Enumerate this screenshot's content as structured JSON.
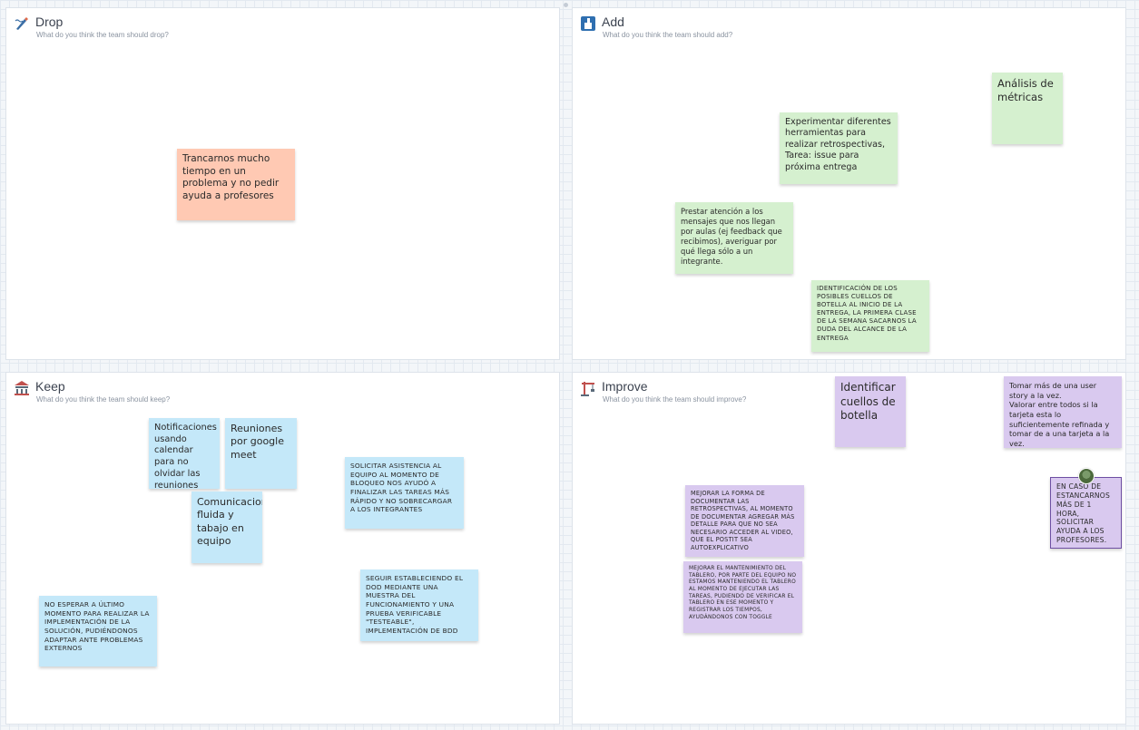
{
  "panels": {
    "drop": {
      "title": "Drop",
      "subtitle": "What do you think the team should drop?",
      "icon": "drop-pen-icon"
    },
    "add": {
      "title": "Add",
      "subtitle": "What do you think the team should add?",
      "icon": "add-tool-icon"
    },
    "keep": {
      "title": "Keep",
      "subtitle": "What do you think the team should keep?",
      "icon": "keep-temple-icon"
    },
    "improve": {
      "title": "Improve",
      "subtitle": "What do you think the team should improve?",
      "icon": "improve-crane-icon"
    }
  },
  "notes": {
    "drop": [
      {
        "text": "Trancarnos mucho tiempo en un problema y no pedir ayuda a profesores",
        "color": "#ffc9b3"
      }
    ],
    "add": [
      {
        "text": "Análisis de métricas",
        "color": "#d5f0cf"
      },
      {
        "text": "Experimentar diferentes herramientas para realizar retrospectivas, Tarea: issue para próxima entrega",
        "color": "#d5f0cf"
      },
      {
        "text": "Prestar atención a los mensajes que nos llegan por aulas (ej feedback que recibimos), averiguar por qué llega sólo a un integrante.",
        "color": "#d5f0cf"
      },
      {
        "text": "Identificación de los posibles cuellos de botella al inicio de la entrega, la primera clase de la semana sacarnos la duda del alcance de la entrega",
        "color": "#d5f0cf"
      }
    ],
    "keep": [
      {
        "text": "Notificaciones usando calendar para no olvidar las reuniones",
        "color": "#c4e8f9"
      },
      {
        "text": "Reuniones por google meet",
        "color": "#c4e8f9"
      },
      {
        "text": "Comunicacion fluida y tabajo en equipo",
        "color": "#c4e8f9"
      },
      {
        "text": "Solicitar asistencia al equipo al momento de bloqueo nos ayudó a finalizar las tareas más rápido y no sobrecargar a los integrantes",
        "color": "#c4e8f9"
      },
      {
        "text": "Seguir estableciendo el DoD mediante una muestra del funcionamiento y una prueba verificable \"testeable\", implementación de BDD",
        "color": "#c4e8f9"
      },
      {
        "text": "No esperar a último momento para realizar la implementación de la solución, pudiéndonos adaptar ante problemas externos",
        "color": "#c4e8f9"
      }
    ],
    "improve": [
      {
        "text": "Identificar cuellos de botella",
        "color": "#d9c9ef"
      },
      {
        "text": "Tomar más de una user story a la vez.\nValorar entre todos si la tarjeta esta lo suficientemente refinada y tomar de a una tarjeta a la vez.",
        "color": "#d9c9ef"
      },
      {
        "text": "En caso de estancarnos más de 1 hora, solicitar ayuda a los profesores.",
        "color": "#d9c9ef"
      },
      {
        "text": "Mejorar la forma de documentar las retrospectivas, al momento de documentar agregar más detalle para que no sea necesario acceder al video, que el postit sea autoexplicativo",
        "color": "#d9c9ef"
      },
      {
        "text": "Mejorar el mantenimiento del tablero, por parte del equipo no estamos manteniendo el tablero al momento de ejecutar las tareas, pudiendo de verificar el tablero en ese momento y registrar los tiempos, ayudándonos con toggle",
        "color": "#d9c9ef"
      }
    ]
  }
}
